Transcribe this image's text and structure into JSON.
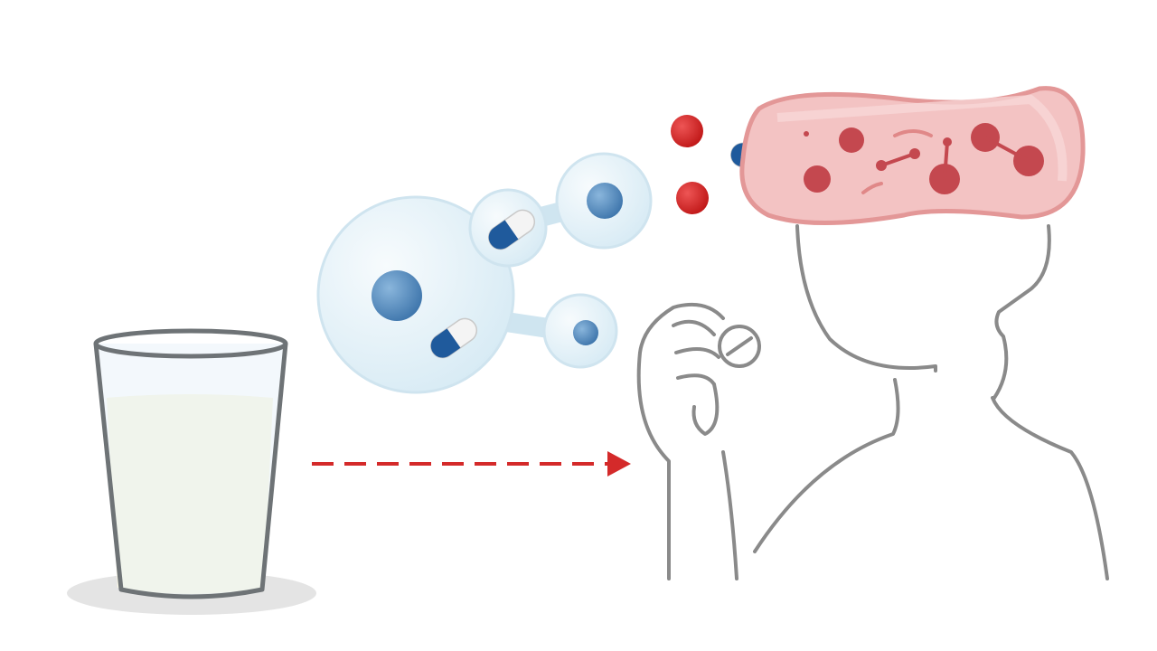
{
  "illustration": {
    "elements": [
      "glass-of-milk",
      "dashed-arrow",
      "molecule-bubble-cluster",
      "capsules",
      "red-particles",
      "brain-band",
      "person-outline",
      "pill-in-hand"
    ],
    "colors": {
      "background": "#ffffff",
      "outline": "#8a8a8a",
      "glass_stroke": "#6e7376",
      "milk": "#fbf9e8",
      "arrow": "#d42a2a",
      "bubble": "#e4f1f8",
      "bubble_stroke": "#c9e1ee",
      "blue_ball": "#5a8fc2",
      "capsule_blue": "#1f5a9c",
      "red_particle": "#d42a2a",
      "brain_fill": "#f3c3c3",
      "brain_stroke": "#e39797",
      "brain_nodes": "#c4484f"
    }
  }
}
